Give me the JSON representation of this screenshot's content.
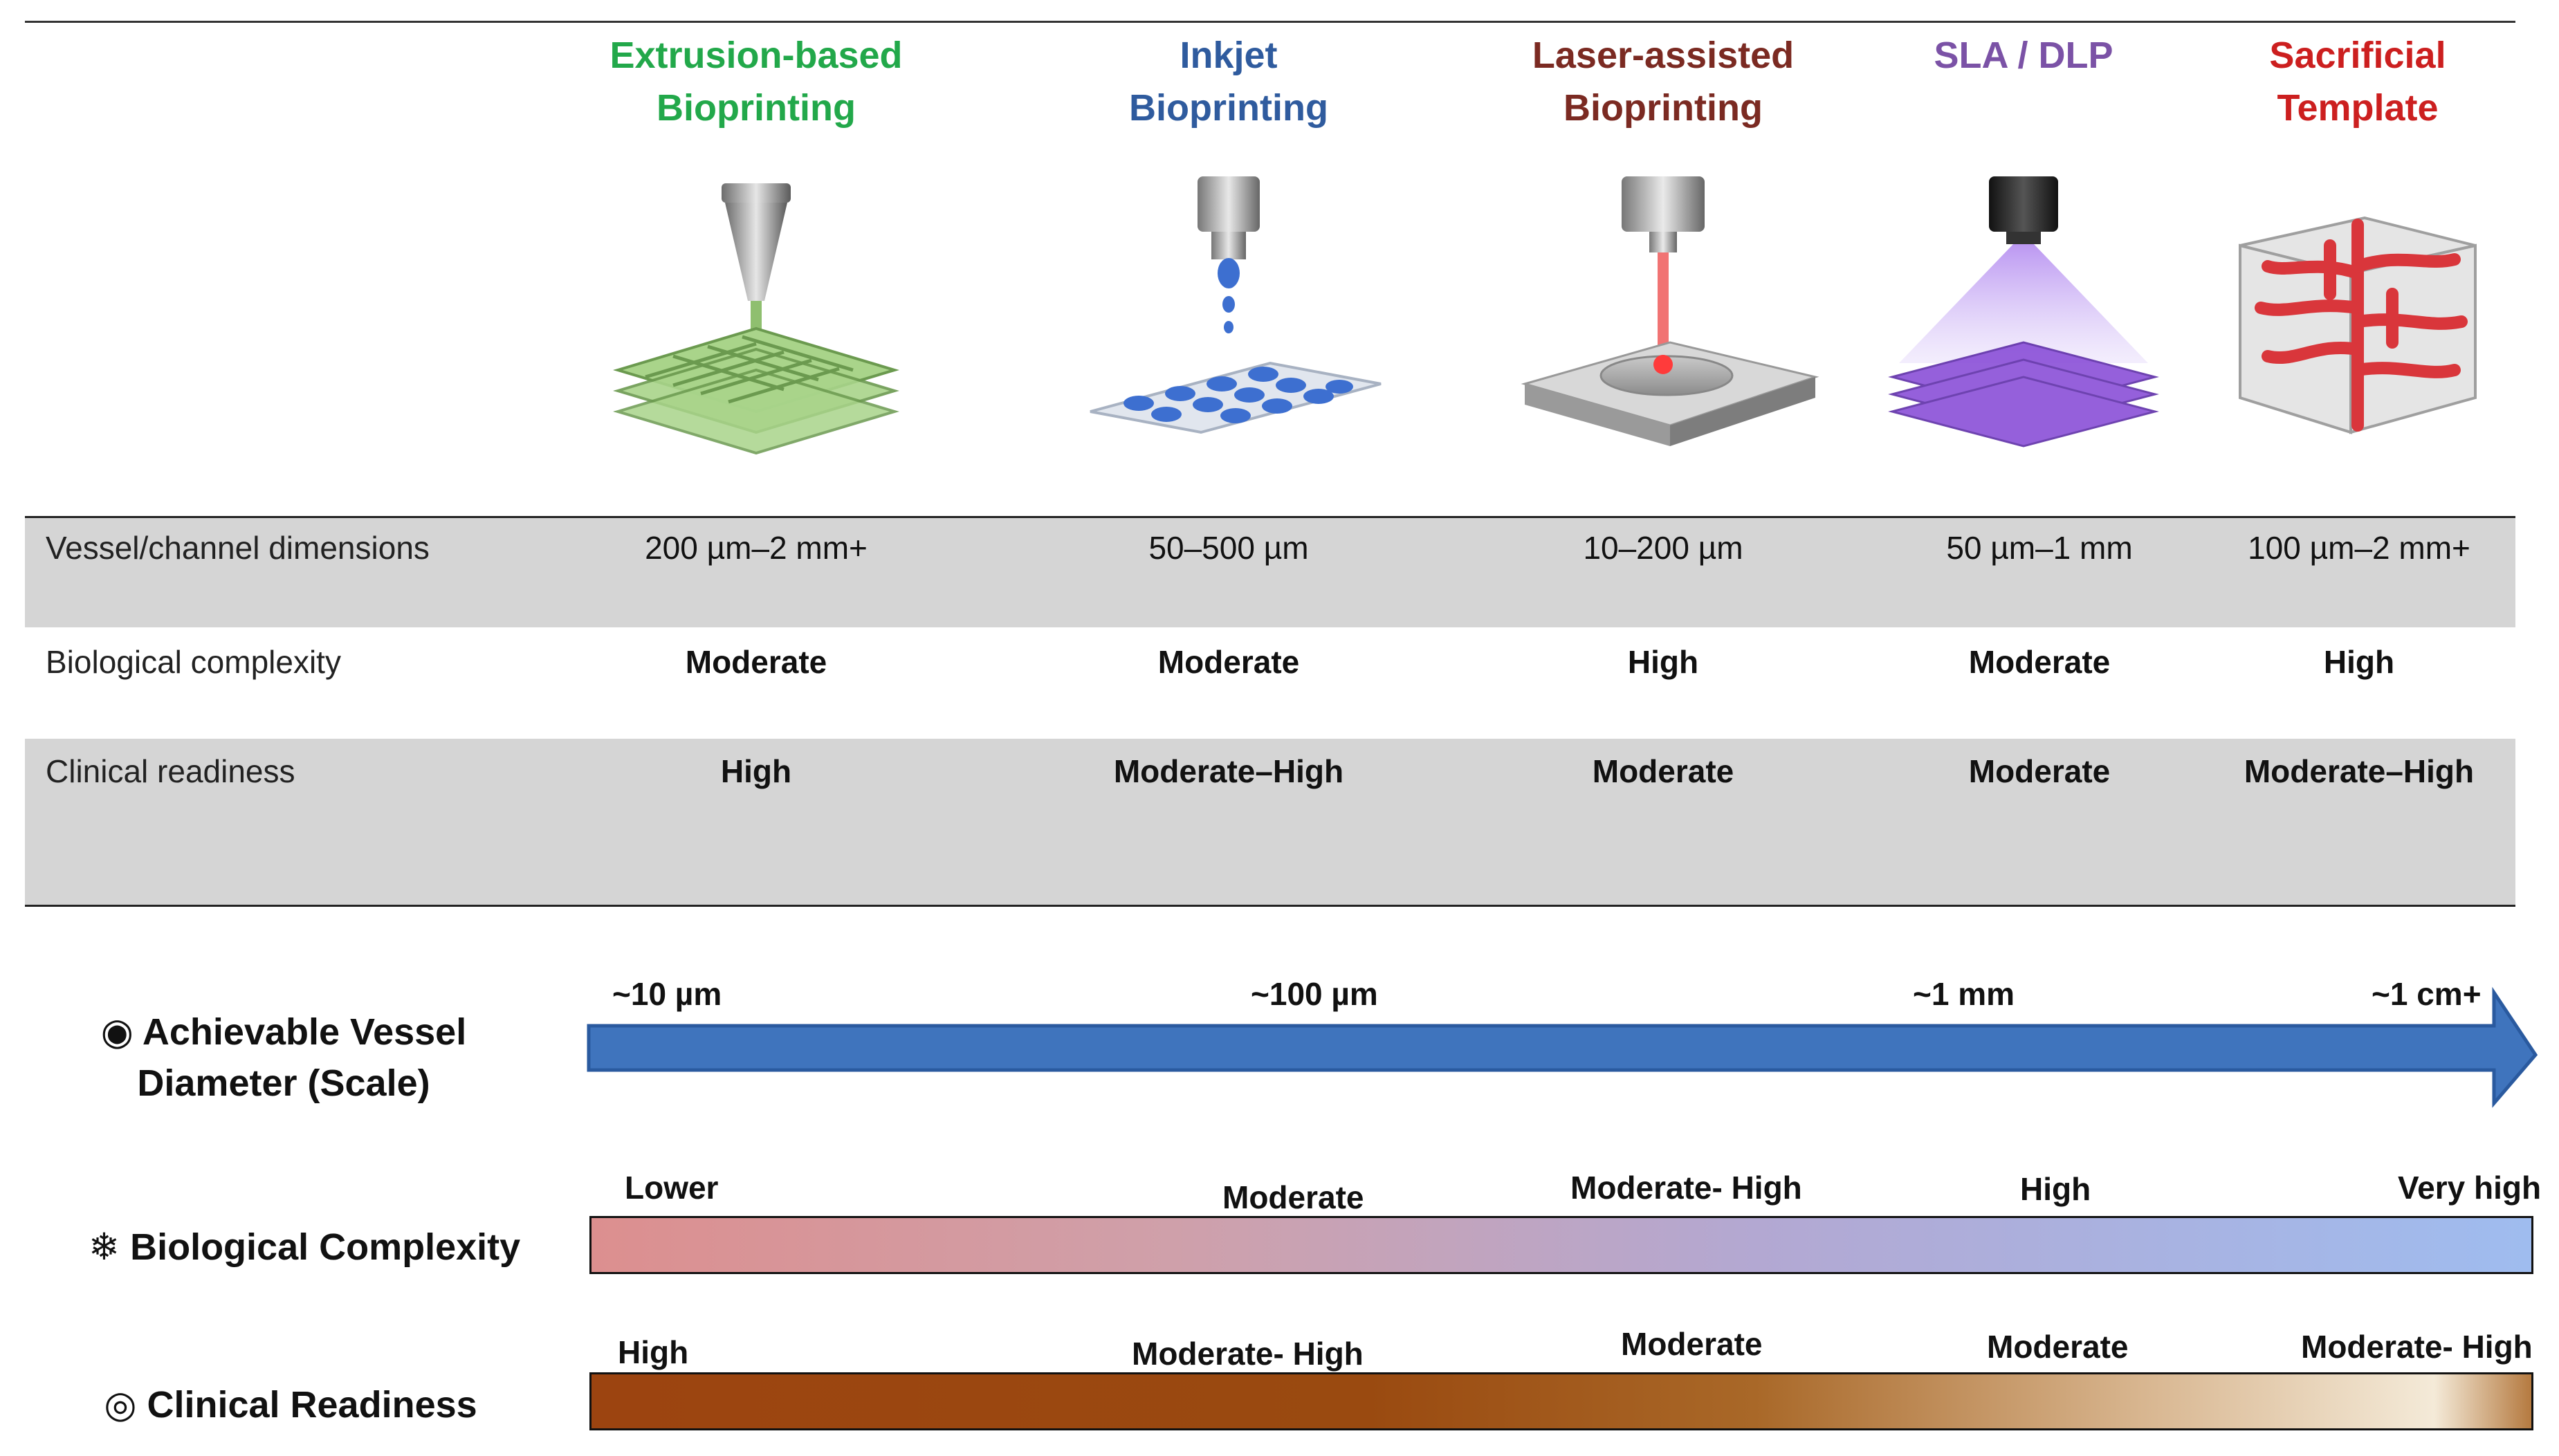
{
  "columns": [
    {
      "line1": "Extrusion-based",
      "line2": "Bioprinting",
      "color": "#22a84a"
    },
    {
      "line1": "Inkjet",
      "line2": "Bioprinting",
      "color": "#2f5b9e"
    },
    {
      "line1": "Laser-assisted",
      "line2": "Bioprinting",
      "color": "#7b2a22"
    },
    {
      "line1": "SLA / DLP",
      "line2": "",
      "color": "#7b52a6"
    },
    {
      "line1": "Sacrificial",
      "line2": "Template",
      "color": "#cc1f1f"
    }
  ],
  "rows": [
    {
      "label": "Vessel/channel dimensions",
      "values": [
        "200 µm–2 mm+",
        "50–500 µm",
        "10–200 µm",
        "50 µm–1 mm",
        "100 µm–2 mm+"
      ]
    },
    {
      "label": "Biological complexity",
      "values": [
        "Moderate",
        "Moderate",
        "High",
        "Moderate",
        "High"
      ]
    },
    {
      "label": "Clinical readiness",
      "values": [
        "High",
        "Moderate–High",
        "Moderate",
        "Moderate",
        "Moderate–High"
      ]
    }
  ],
  "scales": {
    "diameter": {
      "label_line1": "Achievable Vessel",
      "label_line2": "Diameter (Scale)",
      "icon": "target-icon",
      "ticks": [
        "~10 µm",
        "~100 µm",
        "~1 mm",
        "~1 cm+"
      ],
      "arrow_color": "#3f74bd"
    },
    "complexity": {
      "label": "Biological Complexity",
      "icon": "snowflake-icon",
      "ticks": [
        "Lower",
        "Moderate",
        "Moderate- High",
        "High",
        "Very high"
      ]
    },
    "readiness": {
      "label": "Clinical Readiness",
      "icon": "double-circle-icon",
      "ticks": [
        "High",
        "Moderate- High",
        "Moderate",
        "Moderate",
        "Moderate- High"
      ]
    }
  }
}
